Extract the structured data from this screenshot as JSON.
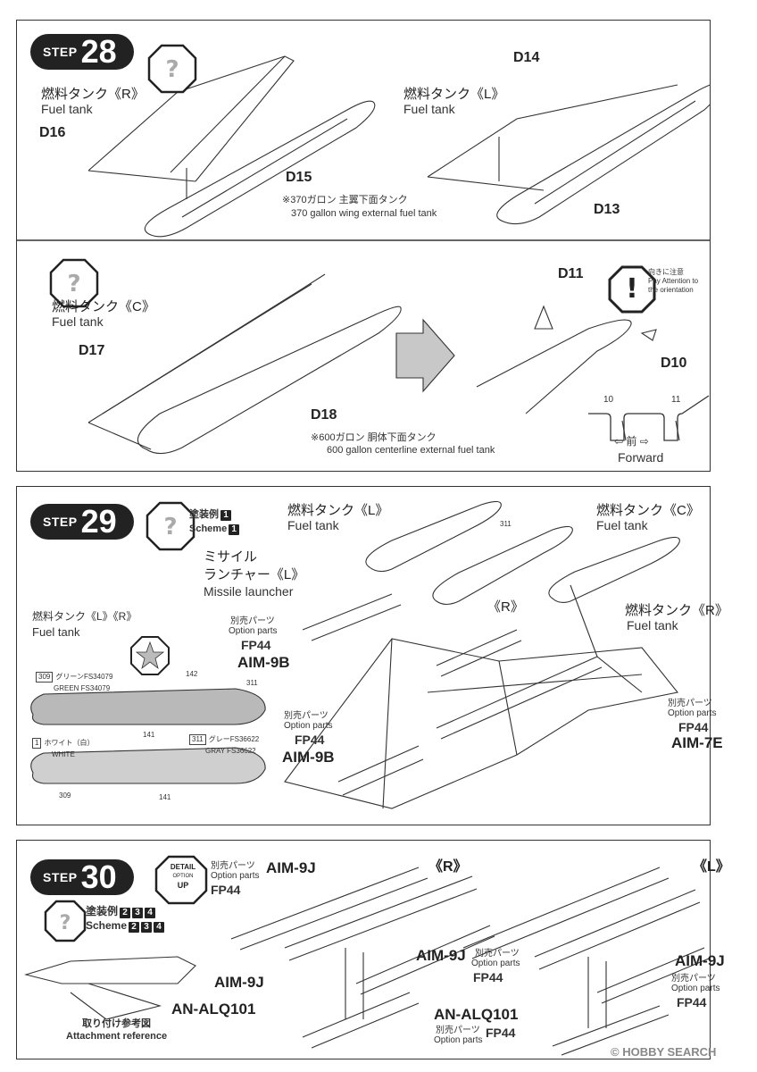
{
  "step28": {
    "step_word": "STEP",
    "step_number": "28",
    "fuel_r_jp": "燃料タンク《R》",
    "fuel_r_en": "Fuel tank",
    "part_d16": "D16",
    "part_d15": "D15",
    "fuel_l_jp": "燃料タンク《L》",
    "fuel_l_en": "Fuel tank",
    "part_d14": "D14",
    "part_d13": "D13",
    "wing_note_jp": "※370ガロン 主翼下面タンク",
    "wing_note_en": "370 gallon wing external fuel tank",
    "fuel_c_jp": "燃料タンク《C》",
    "fuel_c_en": "Fuel tank",
    "part_d17": "D17",
    "part_d18": "D18",
    "part_d11": "D11",
    "part_d10": "D10",
    "attention_jp": "向きに注意",
    "attention_en_1": "Pay Attention to",
    "attention_en_2": "the orientation",
    "center_note_jp": "※600ガロン 胴体下面タンク",
    "center_note_en": "600 gallon centerline external fuel tank",
    "slot_10": "10",
    "slot_11": "11",
    "forward_jp": "⇦ 前 ⇨",
    "forward_en": "Forward"
  },
  "step29": {
    "step_word": "STEP",
    "step_number": "29",
    "scheme_jp": "塗装例",
    "scheme_en": "Scheme",
    "scheme_num": "1",
    "fuel_l_jp": "燃料タンク《L》",
    "fuel_l_en": "Fuel tank",
    "fuel_c_jp": "燃料タンク《C》",
    "fuel_c_en": "Fuel tank",
    "fuel_r_jp": "燃料タンク《R》",
    "fuel_r_en": "Fuel tank",
    "launcher_jp_1": "ミサイル",
    "launcher_jp_2": "ランチャー《L》",
    "launcher_en": "Missile launcher",
    "launcher_r": "《R》",
    "tank_lr_jp": "燃料タンク《L》《R》",
    "tank_lr_en": "Fuel tank",
    "opt_jp": "別売パーツ",
    "opt_en": "Option parts",
    "fp44": "FP44",
    "aim9b": "AIM-9B",
    "aim7e": "AIM-7E",
    "green_num": "309",
    "green_jp": "グリーンFS34079",
    "green_en": "GREEN FS34079",
    "white_num": "1",
    "white_jp": "ホワイト（白）",
    "white_en": "WHITE",
    "gray_num": "311",
    "gray_jp": "グレーFS36622",
    "gray_en": "GRAY FS36622",
    "decal_141": "141",
    "decal_142": "142",
    "callout_311": "311",
    "callout_309": "309"
  },
  "step30": {
    "step_word": "STEP",
    "step_number": "30",
    "detail_1": "DETAIL",
    "detail_2": "OPTION",
    "detail_3": "UP",
    "opt_jp": "別売パーツ",
    "opt_en": "Option parts",
    "fp44": "FP44",
    "scheme_jp": "塗装例",
    "scheme_en": "Scheme",
    "scheme_nums": [
      "2",
      "3",
      "4"
    ],
    "aim9j": "AIM-9J",
    "r_mark": "《R》",
    "l_mark": "《L》",
    "alq": "AN-ALQ101",
    "attach_jp": "取り付け参考図",
    "attach_en": "Attachment reference"
  },
  "watermark": "© HOBBY SEARCH"
}
